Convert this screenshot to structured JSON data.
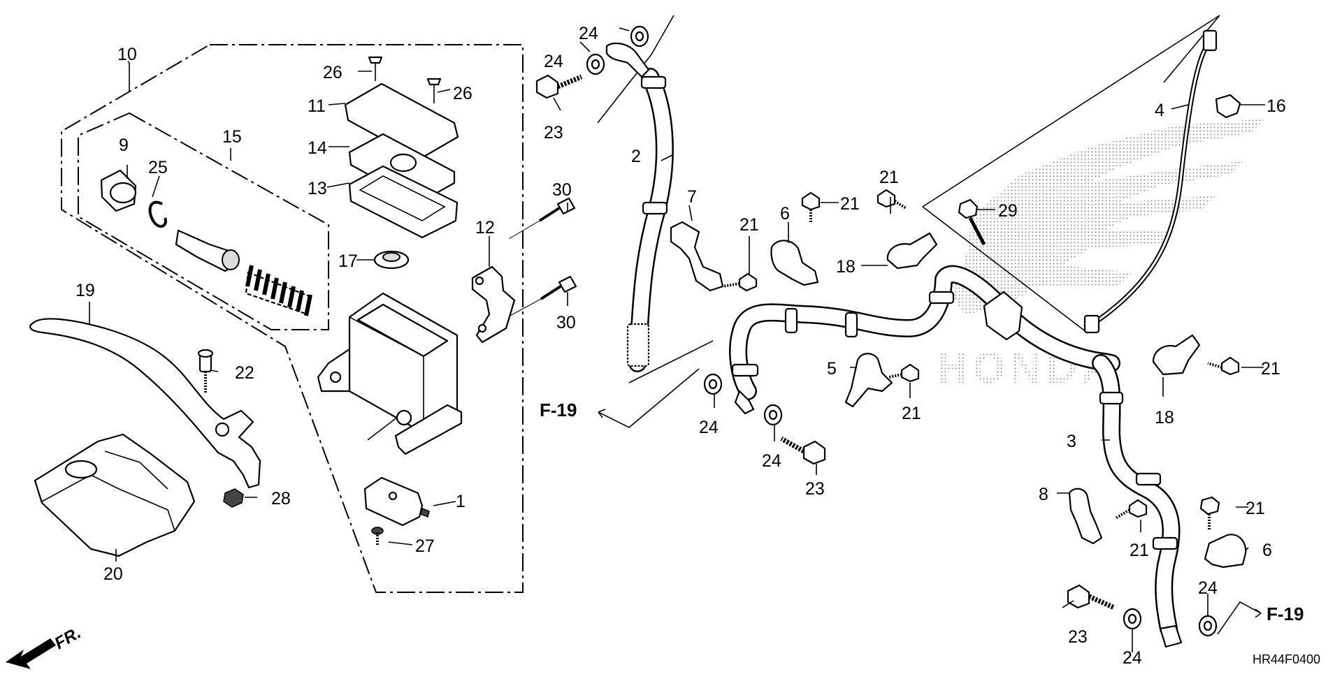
{
  "labels": {
    "l1": "1",
    "l2": "2",
    "l3": "3",
    "l4": "4",
    "l5": "5",
    "l6a": "6",
    "l6b": "6",
    "l7": "7",
    "l8": "8",
    "l9": "9",
    "l10": "10",
    "l11": "11",
    "l12": "12",
    "l13": "13",
    "l14": "14",
    "l15": "15",
    "l16": "16",
    "l17": "17",
    "l18a": "18",
    "l18b": "18",
    "l19": "19",
    "l20": "20",
    "l21a": "21",
    "l21b": "21",
    "l21c": "21",
    "l21d": "21",
    "l21e": "21",
    "l21f": "21",
    "l21g": "21",
    "l22": "22",
    "l23a": "23",
    "l23b": "23",
    "l23c": "23",
    "l24a": "24",
    "l24b": "24",
    "l24c": "24",
    "l24d": "24",
    "l24e": "24",
    "l24f": "24",
    "l25": "25",
    "l26a": "26",
    "l26b": "26",
    "l27": "27",
    "l28": "28",
    "l29": "29",
    "l30a": "30",
    "l30b": "30"
  },
  "references": {
    "f19_left": "F-19",
    "f19_right": "F-19"
  },
  "front_indicator": "FR.",
  "diagram_code": "HR44F0400",
  "watermark": "HONDA"
}
